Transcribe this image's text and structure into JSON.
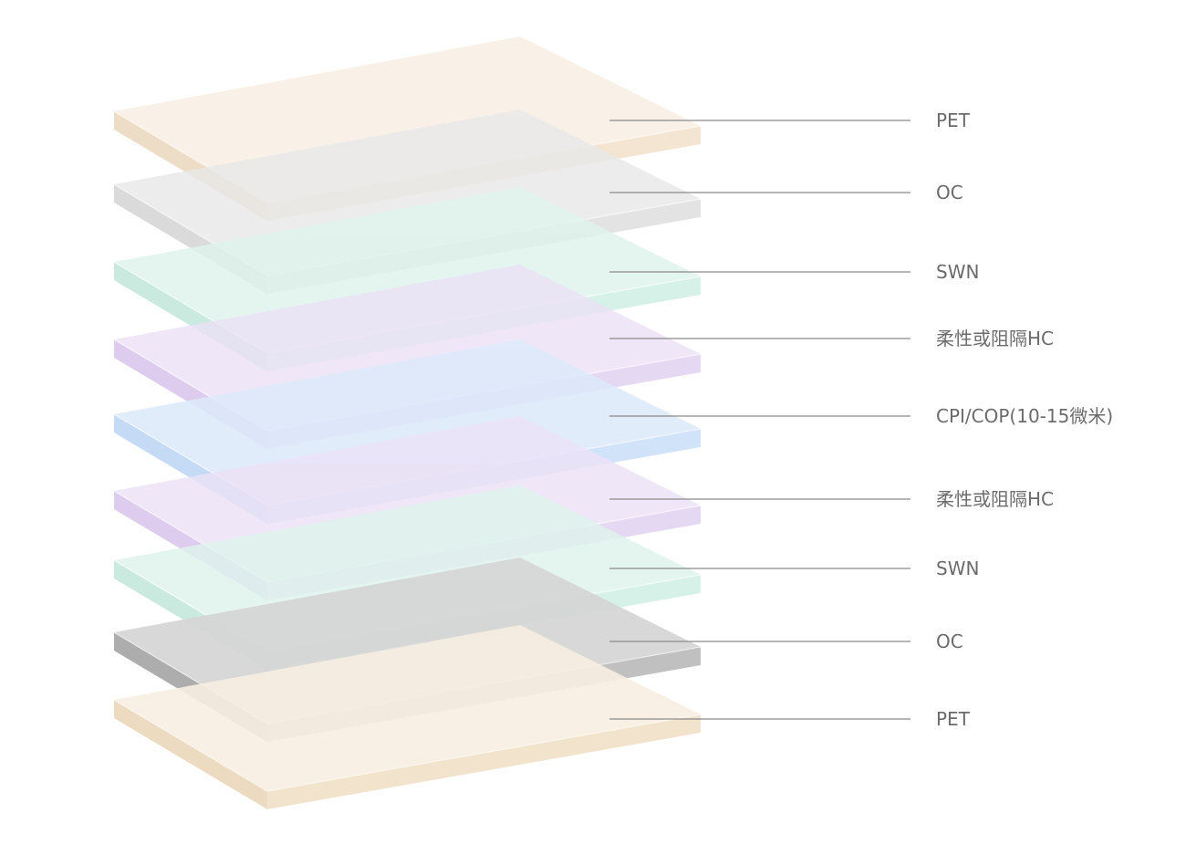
{
  "layers": [
    {
      "label": "PET",
      "top": "#f8efe2",
      "front": "#f1e0c8",
      "side": "#ead6bb",
      "edge": "#fbf6ee",
      "opacity": 0.82
    },
    {
      "label": "OC",
      "top": "#e9e9e9",
      "front": "#dedede",
      "side": "#d3d3d3",
      "edge": "#f6f6f6",
      "opacity": 0.82
    },
    {
      "label": "SWN",
      "top": "#dff4ed",
      "front": "#cdeee3",
      "side": "#bfe5d8",
      "edge": "#f2fbf8",
      "opacity": 0.82
    },
    {
      "label": "柔性或阻隔HC",
      "top": "#ece2f6",
      "front": "#e0d0f0",
      "side": "#d6c2ea",
      "edge": "#f7f1fc",
      "opacity": 0.82
    },
    {
      "label": "CPI/COP(10-15微米)",
      "top": "#ddeafb",
      "front": "#cadff8",
      "side": "#bcd4f4",
      "edge": "#f0f6fe",
      "opacity": 0.86
    },
    {
      "label": "柔性或阻隔HC",
      "top": "#ece2f6",
      "front": "#e0d0f0",
      "side": "#d6c2ea",
      "edge": "#f7f1fc",
      "opacity": 0.82
    },
    {
      "label": "SWN",
      "top": "#dff4ed",
      "front": "#cdeee3",
      "side": "#bfe5d8",
      "edge": "#f2fbf8",
      "opacity": 0.82
    },
    {
      "label": "OC",
      "top": "#d6d6d6",
      "front": "#bdbdbd",
      "side": "#a9a9a9",
      "edge": "#ececec",
      "opacity": 0.95
    },
    {
      "label": "PET",
      "top": "#f8efe2",
      "front": "#f1e0c8",
      "side": "#ead6bb",
      "edge": "#fbf6ee",
      "opacity": 0.9
    }
  ]
}
